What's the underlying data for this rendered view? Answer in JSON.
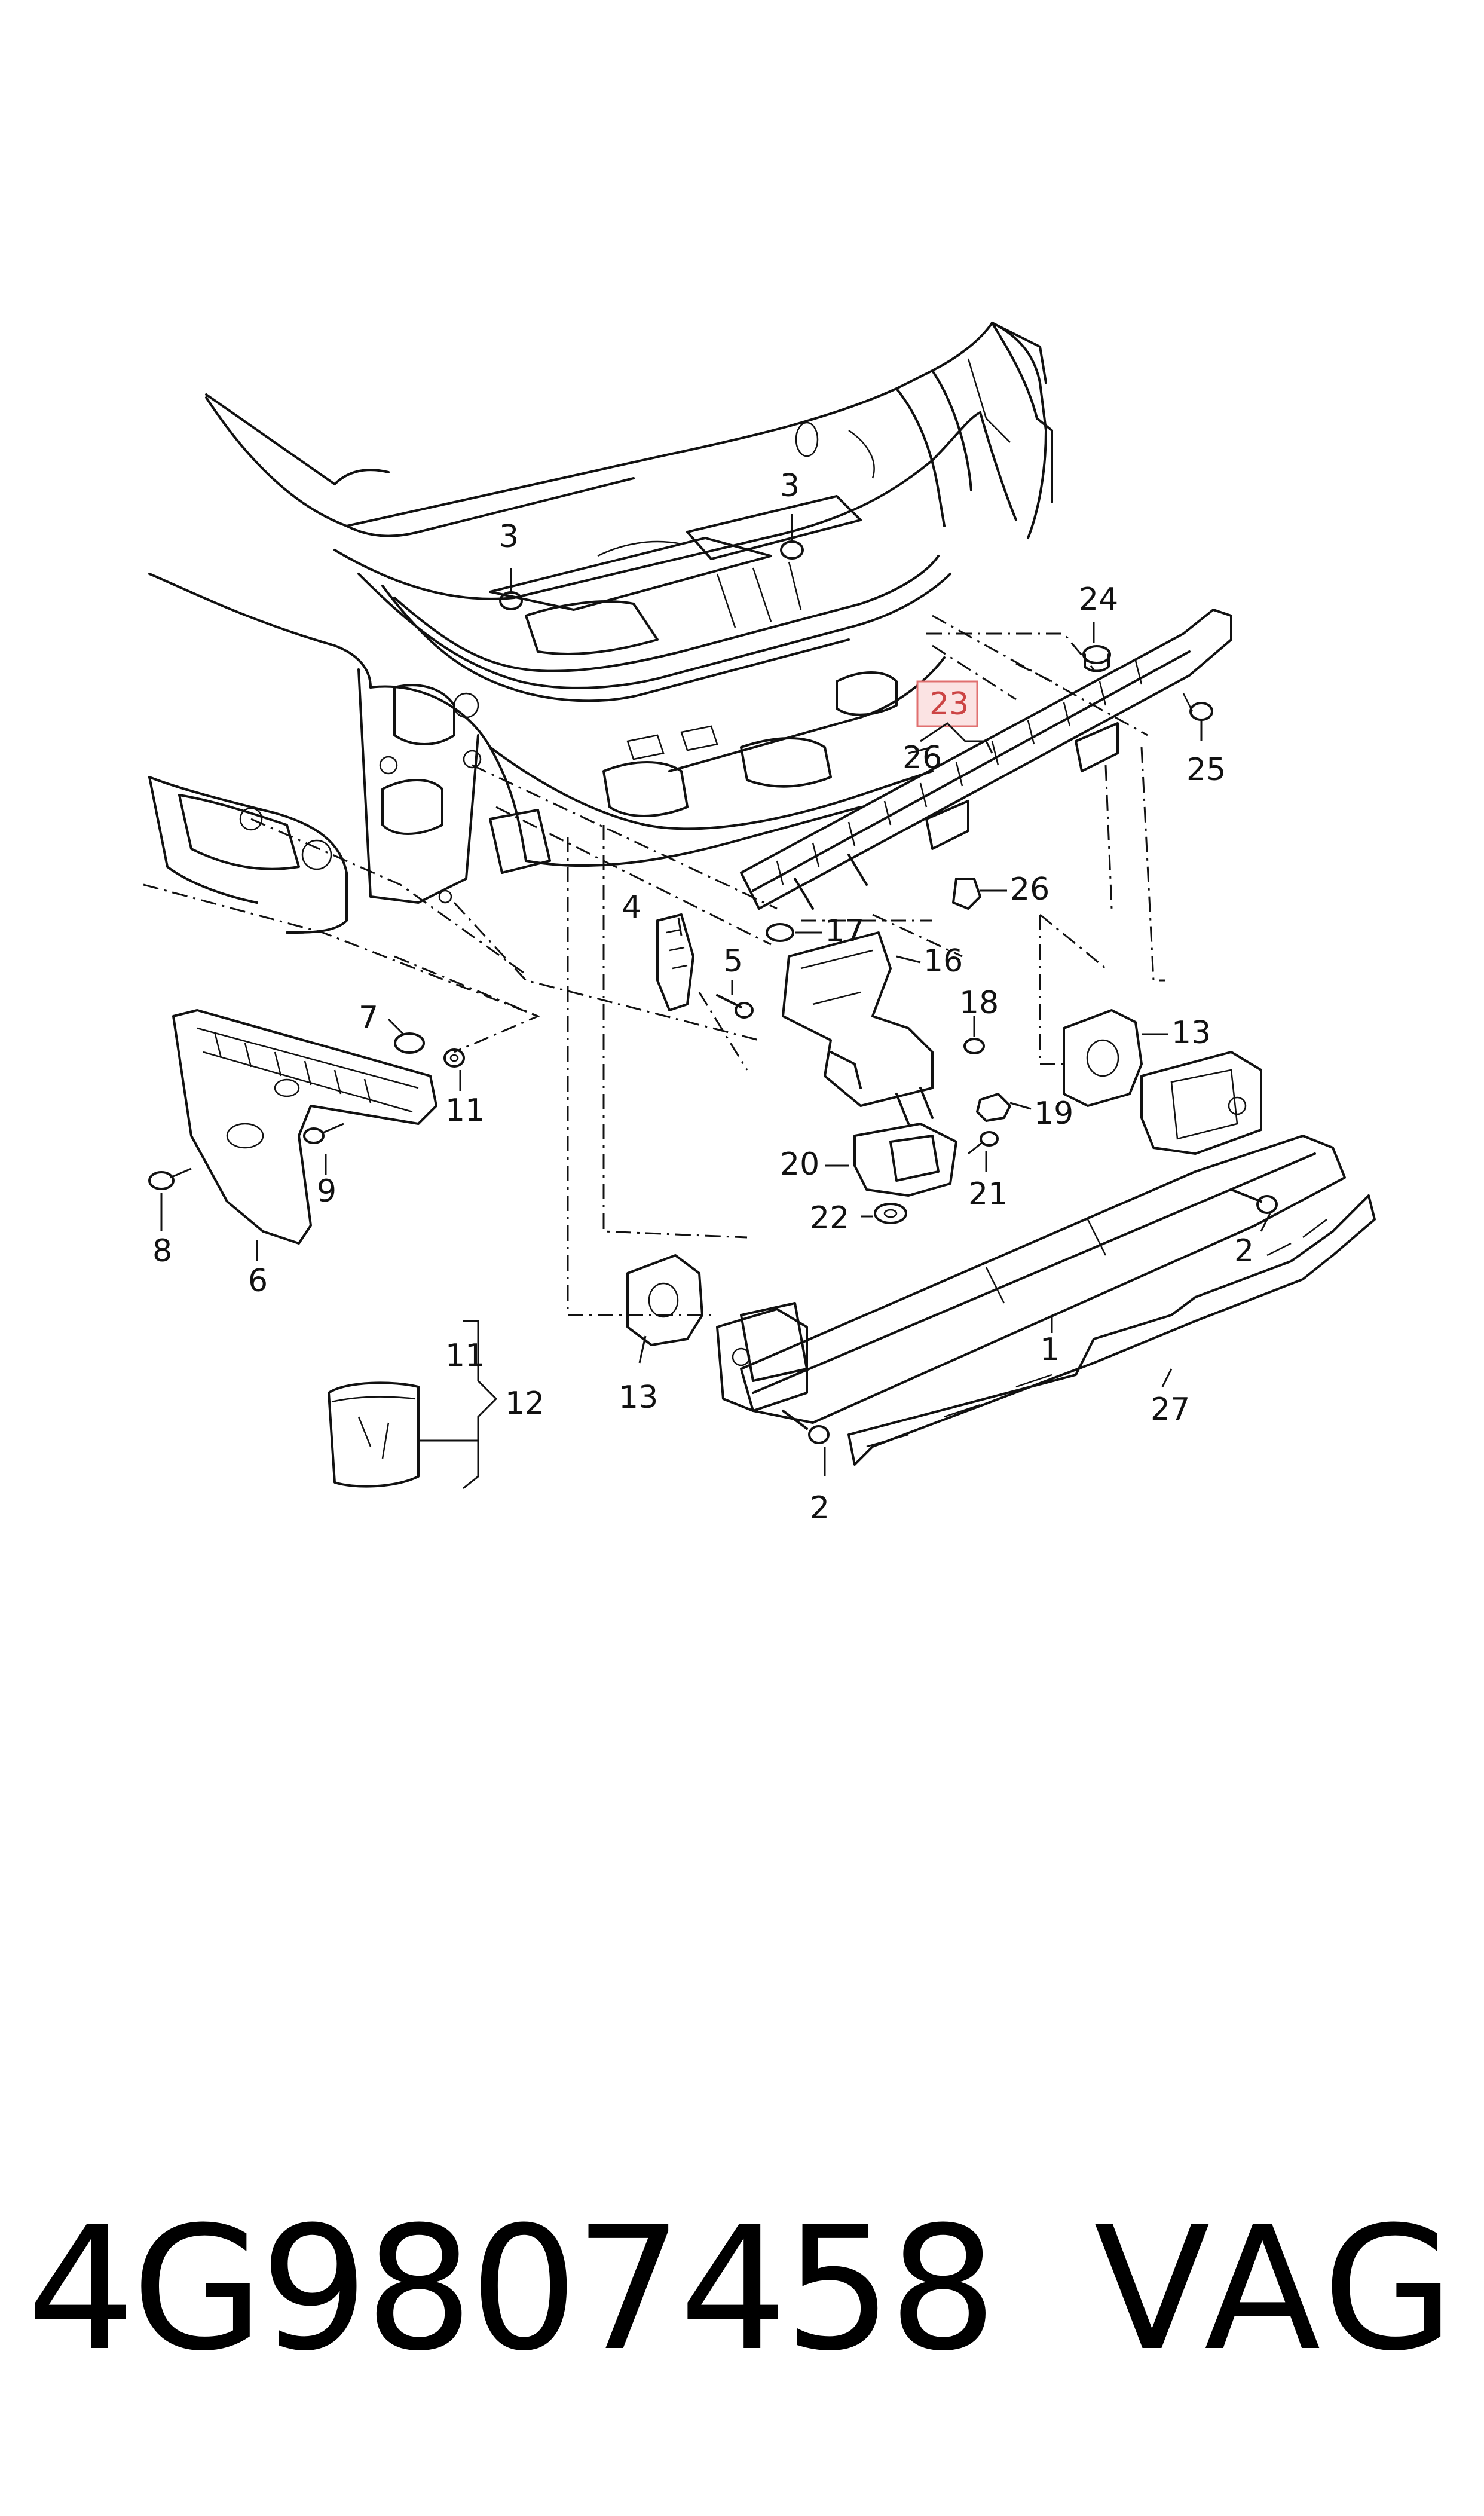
{
  "diagram": {
    "callouts": [
      {
        "id": "c3a",
        "label": "3"
      },
      {
        "id": "c3b",
        "label": "3"
      },
      {
        "id": "c24",
        "label": "24"
      },
      {
        "id": "c23",
        "label": "23",
        "highlighted": true
      },
      {
        "id": "c26a",
        "label": "26"
      },
      {
        "id": "c25",
        "label": "25"
      },
      {
        "id": "c26b",
        "label": "26"
      },
      {
        "id": "c4",
        "label": "4"
      },
      {
        "id": "c17",
        "label": "17"
      },
      {
        "id": "c5",
        "label": "5"
      },
      {
        "id": "c16",
        "label": "16"
      },
      {
        "id": "c18",
        "label": "18"
      },
      {
        "id": "c13a",
        "label": "13"
      },
      {
        "id": "c7",
        "label": "7"
      },
      {
        "id": "c11a",
        "label": "11"
      },
      {
        "id": "c9",
        "label": "9"
      },
      {
        "id": "c8",
        "label": "8"
      },
      {
        "id": "c6",
        "label": "6"
      },
      {
        "id": "c20",
        "label": "20"
      },
      {
        "id": "c19",
        "label": "19"
      },
      {
        "id": "c21",
        "label": "21"
      },
      {
        "id": "c22",
        "label": "22"
      },
      {
        "id": "c2a",
        "label": "2"
      },
      {
        "id": "c1",
        "label": "1"
      },
      {
        "id": "c11b",
        "label": "11"
      },
      {
        "id": "c12",
        "label": "12"
      },
      {
        "id": "c13b",
        "label": "13"
      },
      {
        "id": "c27",
        "label": "27"
      },
      {
        "id": "c2b",
        "label": "2"
      }
    ],
    "highlight_color": "#e07070"
  },
  "footer": {
    "part_number": "4G9807458",
    "brand": "VAG"
  }
}
